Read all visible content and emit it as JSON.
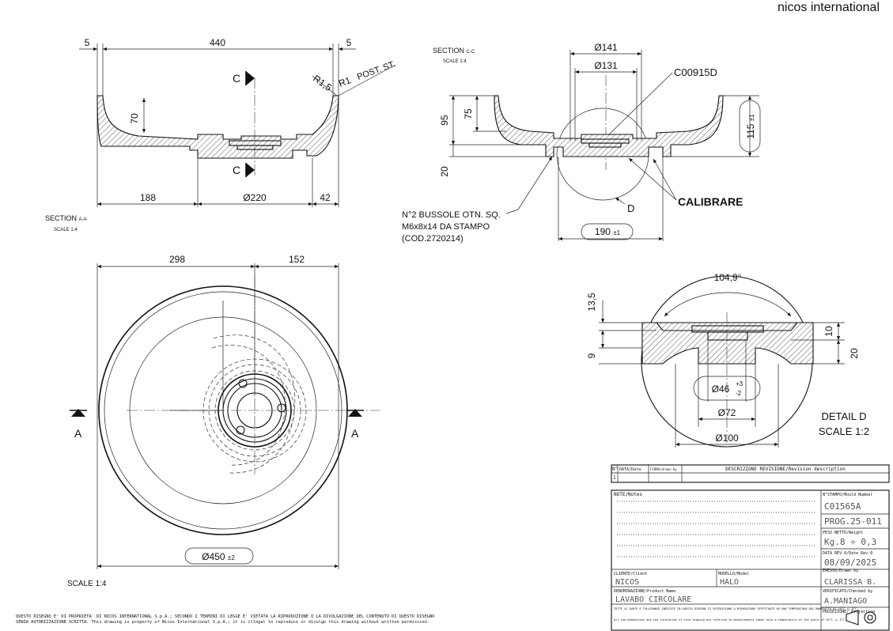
{
  "header": {
    "brand": "nicos international"
  },
  "section_aa": {
    "title": "SECTION",
    "title_suffix": "A-A",
    "scale": "SCALE 1:4",
    "dim_left": "5",
    "dim_width": "440",
    "dim_right": "5",
    "dim_height": "70",
    "dim_188": "188",
    "dim_220": "Ø220",
    "dim_42": "42",
    "radius_1": "R1,5",
    "radius_2": "R1",
    "post": "POST. ST.",
    "cut_label": "C"
  },
  "section_cc": {
    "title": "SECTION",
    "title_suffix": "C-C",
    "scale": "SCALE 1:4",
    "dim_141": "Ø141",
    "dim_131": "Ø131",
    "code_ref": "C00915D",
    "dim_95": "95",
    "dim_75": "75",
    "dim_20": "20",
    "dim_115": "115",
    "dim_115_tol": "±1",
    "dim_190": "190",
    "dim_190_tol": "±1",
    "calibrare": "CALIBRARE",
    "detail_ref": "D",
    "note_line1": "N°2 BUSSOLE OTN. SQ.",
    "note_line2": "M6x8x14 DA STAMPO",
    "note_line3": "(COD.2720214)"
  },
  "plan_view": {
    "dim_298": "298",
    "dim_152": "152",
    "dim_450": "Ø450",
    "dim_450_tol": "±2",
    "cut_label": "A",
    "scale": "SCALE 1:4"
  },
  "detail_d": {
    "title": "DETAIL D",
    "scale": "SCALE 1:2",
    "angle": "104,9°",
    "dim_13_5": "13,5",
    "dim_10": "10",
    "dim_9": "9",
    "dim_20": "20",
    "dim_46": "Ø46",
    "dim_46_tol_plus": "+3",
    "dim_46_tol_minus": "-2",
    "dim_72": "Ø72",
    "dim_100": "Ø100"
  },
  "title_block": {
    "rev_n": "N°",
    "rev_data": "DATA/Data",
    "rev_firma": "FIRMA/drawn by",
    "rev_desc": "DESCRIZIONE REVISIONE/Revision description",
    "row_index": "1",
    "note_label": "NOTE/Notes",
    "mould_label": "N°STAMPO/Mould Number",
    "mould_value": "C01565A",
    "prog_value": "PROG.25-011",
    "weight_label": "PESO NETTO/Weight",
    "weight_value": "Kg.8 ÷ 0,3",
    "date_label": "DATA REV.0/Date Rev.0",
    "date_value": "08/09/2025",
    "client_label": "CLIENTE/Client",
    "client_value": "NICOS",
    "model_label": "MODELLO/Model",
    "model_value": "HALO",
    "drawn_label": "EMESSO/Drawn by",
    "drawn_value": "CLARISSA B.",
    "product_label": "DENOMINAZIONE/Product Name",
    "product_value": "LAVABO CIRCOLARE",
    "checked_label": "VERIFICATO/Checked by",
    "checked_value": "A.MANIAGO",
    "tol_it": "TUTTE LE QUOTE E TOLLERANZE INDICATE IN QUESTO DISEGNO SI RIFERISCONO A MISURAZIONI EFFETTUATE AD UNA TEMPERATURA DEL MANUFATTO DI 20°C +/-5°C.",
    "tol_en": "All the dimensions and the tolerances of this drawing are referred to measurements taken with a temperature of the piece of 20°C +/-5°C.",
    "projection_label": "PROIEZIONE/ Projection"
  },
  "footer": {
    "line1": "QUESTO DISEGNO E' DI PROPRIETA' DI NICOS INTERNATIONAL S.p.A.; SECONDO I TERMINI DI LEGGE E' VIETATA LA RIPRODUZIONE O LA DIVULGAZIONE DEL CONTENUTO DI QUESTO DISEGNO",
    "line2": "SENZA AUTORIZZAZIONE SCRITTA. This drawing is property of Nicos International S.p.A.; it is illegal to reproduce or divulge this drawing without written permission."
  }
}
